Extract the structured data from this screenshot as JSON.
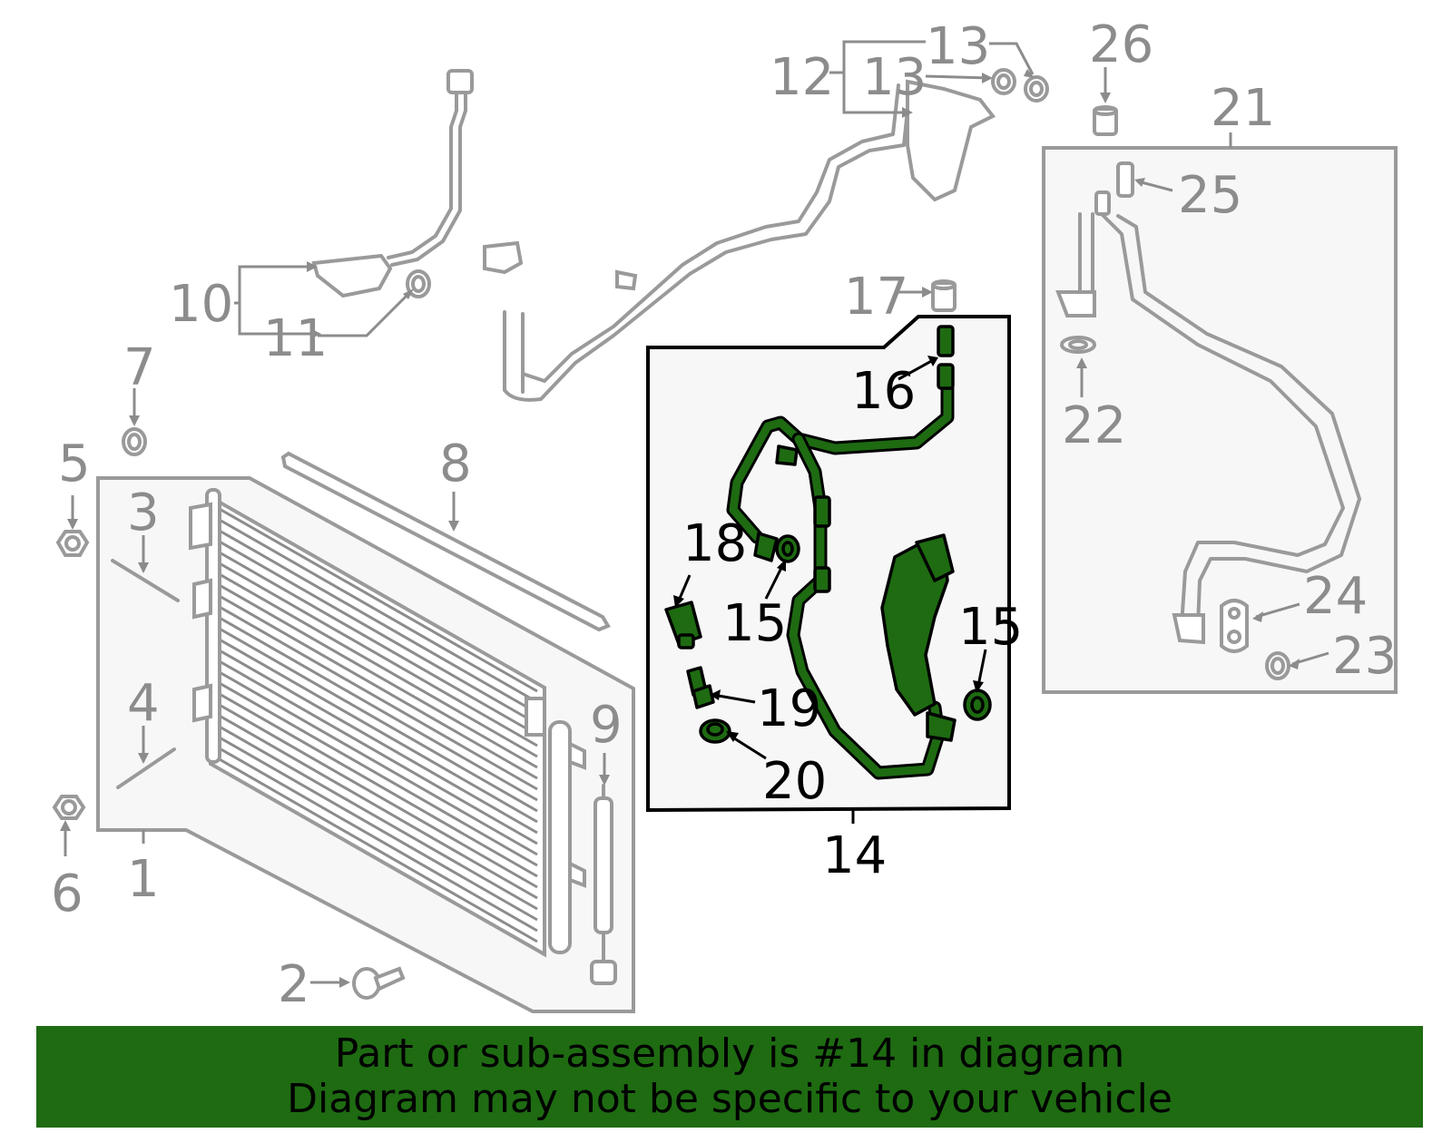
{
  "colors": {
    "highlight": "#1e6b12",
    "banner_background": "#1e6b12",
    "part_outline": "#9a9a9a",
    "label_grey": "#8c8c8c",
    "label_highlight": "#000000"
  },
  "callouts": {
    "c1": "1",
    "c2": "2",
    "c3": "3",
    "c4": "4",
    "c5": "5",
    "c6": "6",
    "c7": "7",
    "c8": "8",
    "c9": "9",
    "c10": "10",
    "c11": "11",
    "c12": "12",
    "c13a": "13",
    "c13b": "13",
    "c14": "14",
    "c15a": "15",
    "c15b": "15",
    "c16": "16",
    "c17": "17",
    "c18": "18",
    "c19": "19",
    "c20": "20",
    "c21": "21",
    "c22": "22",
    "c23": "23",
    "c24": "24",
    "c25": "25",
    "c26": "26"
  },
  "highlighted_part": "14",
  "banner": {
    "line1": "Part or sub-assembly is #14 in diagram",
    "line2": "Diagram may not be specific to your vehicle"
  }
}
